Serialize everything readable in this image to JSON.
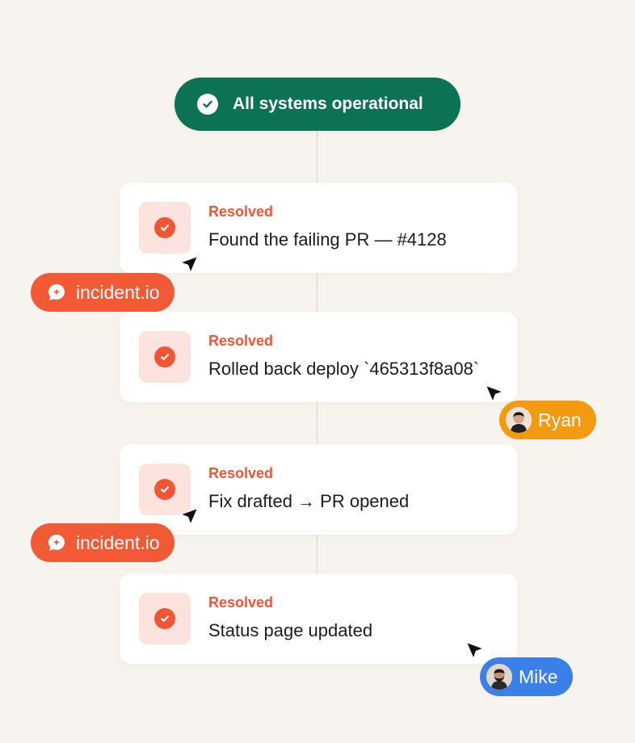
{
  "banner": {
    "text": "All systems operational",
    "icon": "check-circle-icon",
    "color": "#0d7154"
  },
  "timeline": [
    {
      "status": "Resolved",
      "title": "Found the failing PR — #4128"
    },
    {
      "status": "Resolved",
      "title": "Rolled back deploy `465313f8a08`"
    },
    {
      "status": "Resolved",
      "title": "Fix drafted → PR opened"
    },
    {
      "status": "Resolved",
      "title": "Status page updated"
    }
  ],
  "collaborators": [
    {
      "name": "incident.io",
      "kind": "bot",
      "color": "#f25a36",
      "icon": "incident-io-logo-icon"
    },
    {
      "name": "Ryan",
      "kind": "user",
      "color": "#f49a12",
      "icon": "avatar"
    },
    {
      "name": "incident.io",
      "kind": "bot",
      "color": "#f25a36",
      "icon": "incident-io-logo-icon"
    },
    {
      "name": "Mike",
      "kind": "user",
      "color": "#3b7fe8",
      "icon": "avatar"
    }
  ],
  "colors": {
    "background": "#f7f4ef",
    "accent": "#f25533",
    "icon_box": "#fde3de"
  }
}
